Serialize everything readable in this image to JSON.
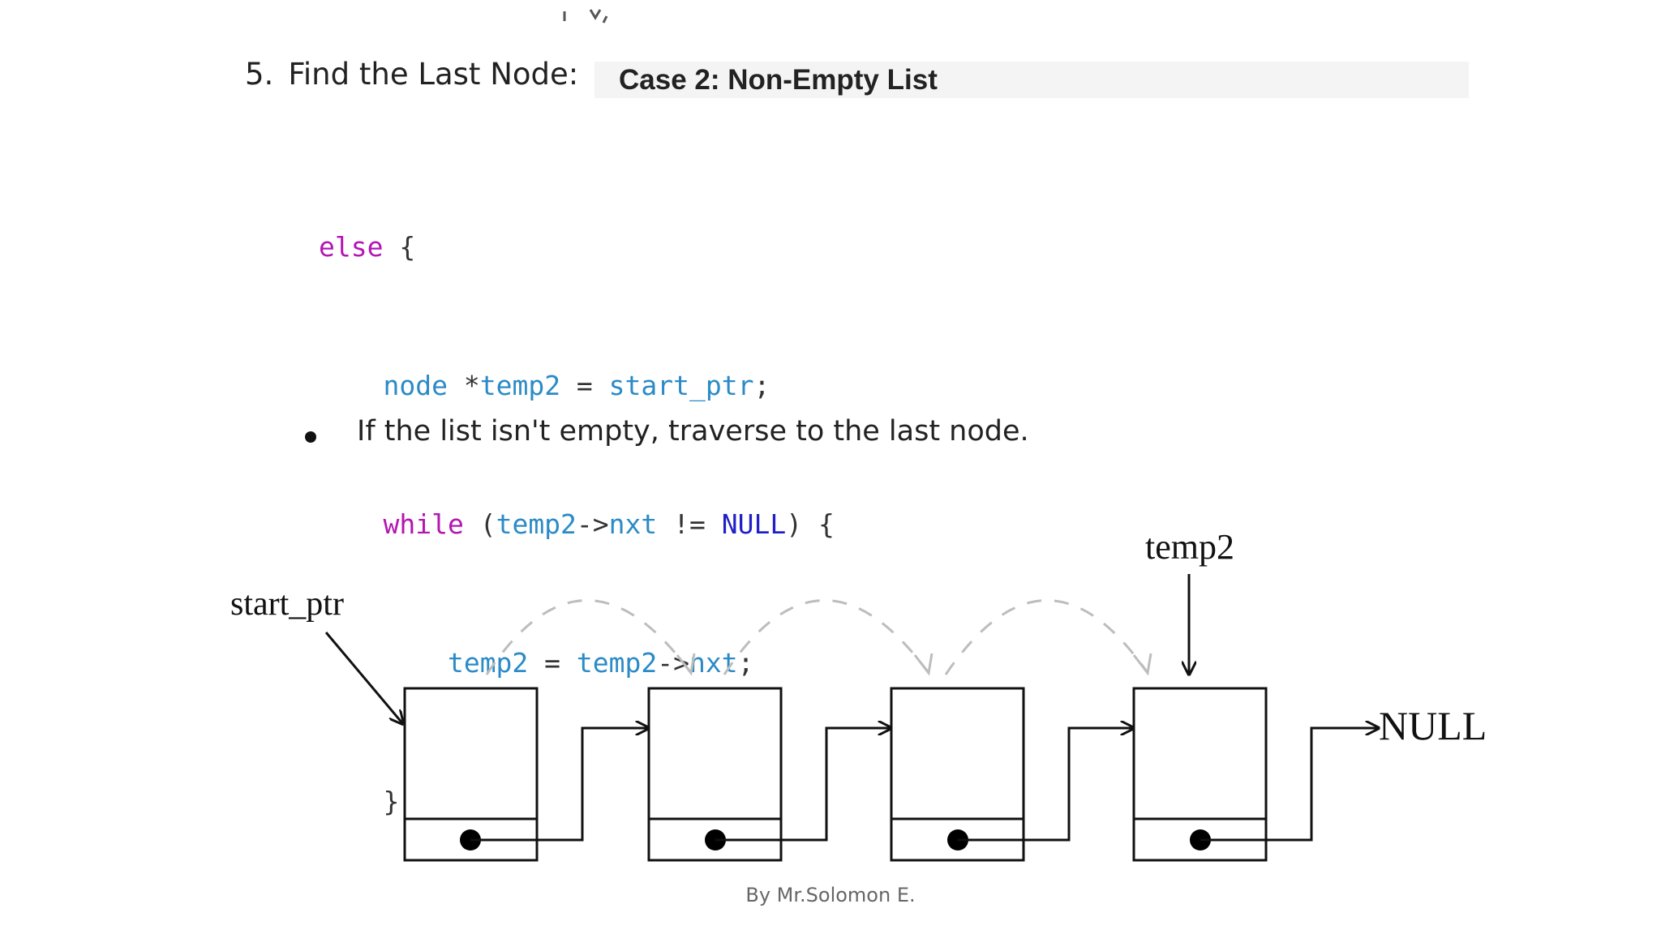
{
  "step": {
    "number": "5.",
    "title": "Find the Last Node:",
    "case_label": "Case 2: Non-Empty List"
  },
  "code": {
    "line1_kw": "else",
    "line1_rest": " {",
    "line2_type": "node",
    "line2_ptr": " *",
    "line2_var": "temp2",
    "line2_eq": " = ",
    "line2_val": "start_ptr",
    "line2_end": ";",
    "line3_kw": "while",
    "line3_open": " (",
    "line3_var": "temp2",
    "line3_arrow": "->",
    "line3_field": "nxt",
    "line3_neq": " != ",
    "line3_null": "NULL",
    "line3_close": ") {",
    "line4_var": "temp2",
    "line4_eq": " = ",
    "line4_var2": "temp2",
    "line4_arrow": "->",
    "line4_field": "nxt",
    "line4_end": ";",
    "line5": "}"
  },
  "bullet": "If the list isn't empty, traverse to the last node.",
  "diagram": {
    "start_label": "start_ptr",
    "temp_label": "temp2",
    "null_label": "NULL",
    "node_count": 4
  },
  "footer": "By Mr.Solomon E."
}
